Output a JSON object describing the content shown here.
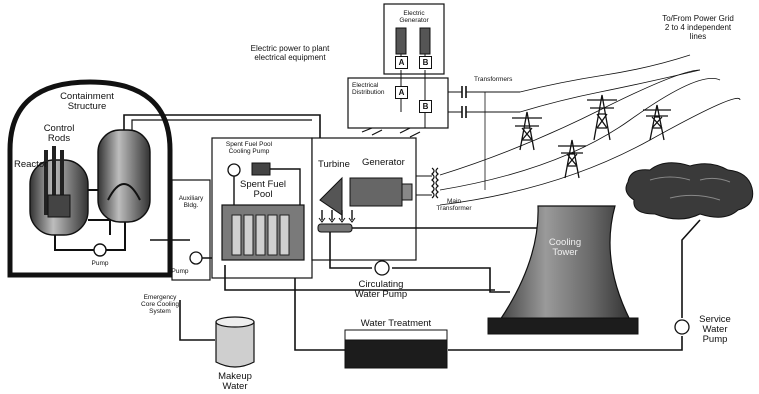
{
  "labels": {
    "electric_generator": "Electric Generator",
    "gen_a": "A",
    "gen_b": "B",
    "electric_power": "Electric power to plant electrical equipment",
    "to_from_grid": "To/From Power Grid 2 to 4 independent lines",
    "electrical_distribution": "Electrical Distribution",
    "dist_a": "A",
    "dist_b": "B",
    "transformers": "Transformers",
    "containment_structure": "Containment Structure",
    "control_rods": "Control Rods",
    "reactor": "Reactor",
    "pump_reactor": "Pump",
    "spent_fuel_pool_cooling_pump": "Spent Fuel Pool Cooling Pump",
    "spent_fuel_pool": "Spent Fuel Pool",
    "turbine": "Turbine",
    "generator": "Generator",
    "auxiliary_bldg": "Auxiliary Bldg.",
    "pump_aux": "Pump",
    "main_transformer": "Main Transformer",
    "cooling_tower": "Cooling Tower",
    "emergency_core_cooling": "Emergency Core Cooling System",
    "circulating_water_pump": "Circulating Water Pump",
    "water_treatment": "Water Treatment",
    "service_water_pump": "Service Water Pump",
    "makeup_water": "Makeup Water"
  },
  "colors": {
    "line": "#111111",
    "dark_fill": "#1c1c1c",
    "mid_gray": "#7a7a7a",
    "light_gray": "#cfcfcf"
  },
  "icons": [
    "transmission-tower-icon",
    "pump-icon",
    "cooling-tower-icon",
    "storage-tank-icon",
    "steam-cloud-icon"
  ]
}
